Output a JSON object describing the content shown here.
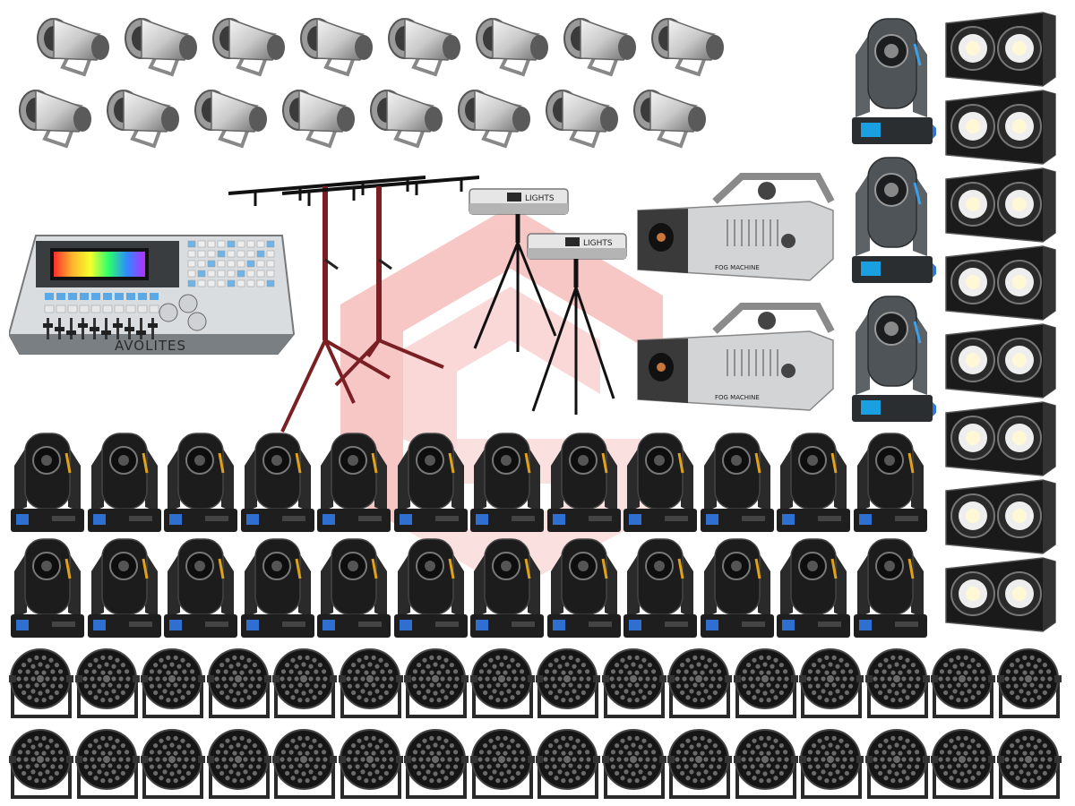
{
  "scene": {
    "background": "#ffffff",
    "watermark_color": "#e53935"
  },
  "groups": {
    "par_cans": {
      "icon": "par-can-icon",
      "rows": 2,
      "per_row": 8,
      "color": "#c9c9c9"
    },
    "dmx_console": {
      "icon": "dmx-console-icon",
      "brand": "AVOLITES",
      "color": "#d9dde0"
    },
    "tripod_stands": {
      "icon": "tripod-stand-icon",
      "count": 2,
      "color": "#7a2024"
    },
    "follow_spots": {
      "icon": "follow-spot-icon",
      "count": 2,
      "label": "LIGHTS",
      "color": "#e6e6e6"
    },
    "fog_machines": {
      "icon": "fog-machine-icon",
      "count": 2,
      "label": "FOG MACHINE",
      "color": "#3a3a3a"
    },
    "moving_heads_small": {
      "icon": "moving-head-icon",
      "count": 3,
      "color": "#4f5458"
    },
    "cob_blinders": {
      "icon": "cob-blinder-icon",
      "count": 8,
      "color": "#1a1a1a"
    },
    "beam_moving_heads": {
      "icon": "beam-moving-head-icon",
      "rows": 2,
      "per_row": 12,
      "color": "#1c1c1c"
    },
    "led_pars": {
      "icon": "led-par-icon",
      "rows": 2,
      "per_row": 16,
      "color": "#151515"
    }
  }
}
